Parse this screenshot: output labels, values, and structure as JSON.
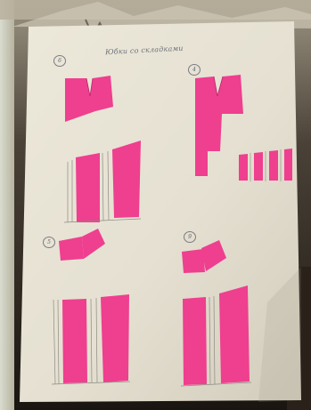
{
  "sheet": {
    "title": "Юбки  со  складками",
    "markers": [
      {
        "id": "1",
        "text": "6"
      },
      {
        "id": "2",
        "text": "4"
      },
      {
        "id": "3",
        "text": "5"
      },
      {
        "id": "4",
        "text": "9"
      }
    ]
  },
  "colors": {
    "paper": "#e7e2d4",
    "pink": "#ef3f8f",
    "wall": "#1c1712"
  }
}
